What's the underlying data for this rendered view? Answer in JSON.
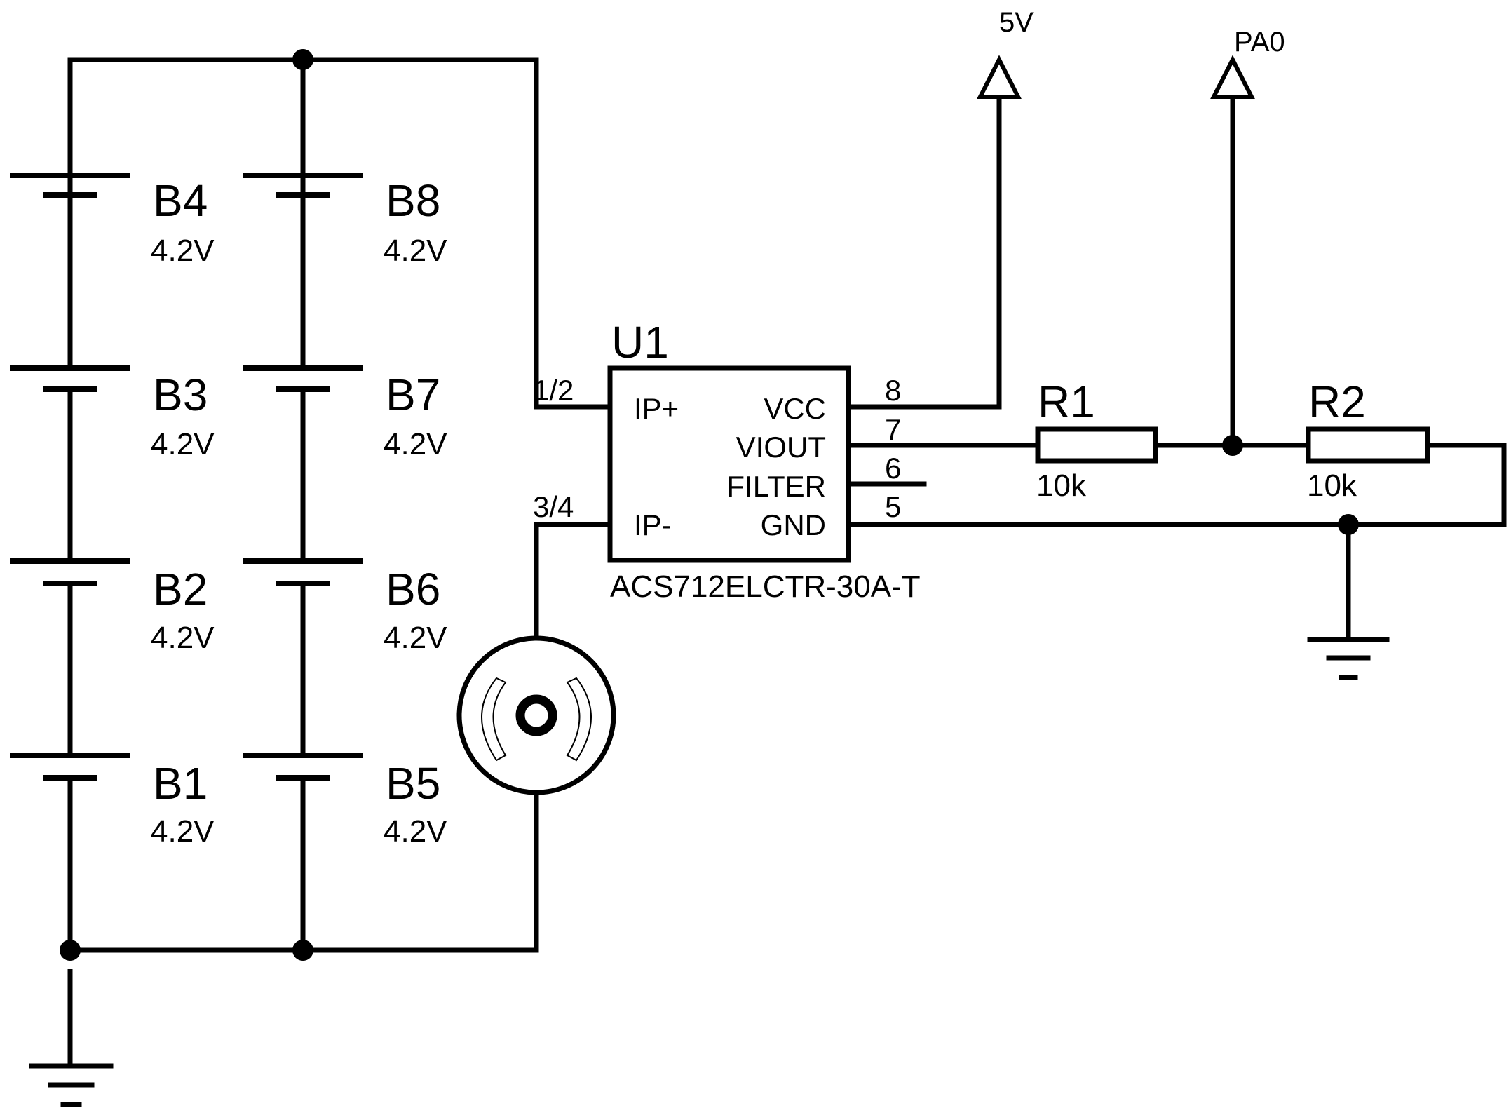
{
  "batteries": [
    {
      "ref": "B4",
      "value": "4.2V"
    },
    {
      "ref": "B3",
      "value": "4.2V"
    },
    {
      "ref": "B2",
      "value": "4.2V"
    },
    {
      "ref": "B1",
      "value": "4.2V"
    },
    {
      "ref": "B8",
      "value": "4.2V"
    },
    {
      "ref": "B7",
      "value": "4.2V"
    },
    {
      "ref": "B6",
      "value": "4.2V"
    },
    {
      "ref": "B5",
      "value": "4.2V"
    }
  ],
  "ic": {
    "ref": "U1",
    "part": "ACS712ELCTR-30A-T",
    "pins_left": [
      {
        "name": "IP+",
        "number": "1/2"
      },
      {
        "name": "IP-",
        "number": "3/4"
      }
    ],
    "pins_right": [
      {
        "name": "VCC",
        "number": "8"
      },
      {
        "name": "VIOUT",
        "number": "7"
      },
      {
        "name": "FILTER",
        "number": "6"
      },
      {
        "name": "GND",
        "number": "5"
      }
    ]
  },
  "resistors": [
    {
      "ref": "R1",
      "value": "10k"
    },
    {
      "ref": "R2",
      "value": "10k"
    }
  ],
  "terminals": {
    "vcc": "5V",
    "adc": "PA0"
  },
  "symbols": {
    "motor": "motor-icon",
    "ground": "ground-icon",
    "power_terminal": "terminal-arrow-icon"
  }
}
